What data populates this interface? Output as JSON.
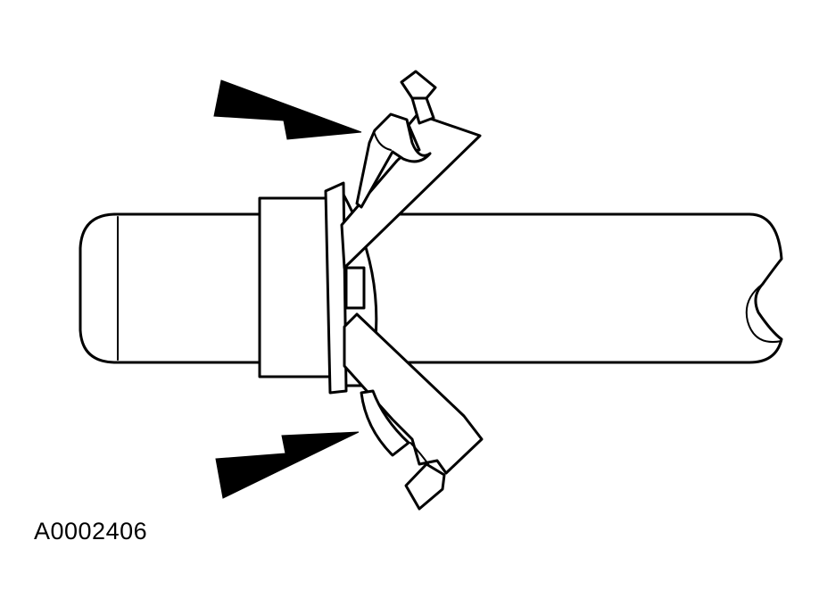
{
  "figure": {
    "id_label": "A0002406"
  },
  "colors": {
    "line": "#000000",
    "background": "#ffffff"
  },
  "parts": {
    "shaft": "fuel-line",
    "fitting": "spring-lock-coupling",
    "clip": "retaining-clip",
    "arrows": [
      "pointer-arrow-upper",
      "pointer-arrow-lower"
    ]
  }
}
